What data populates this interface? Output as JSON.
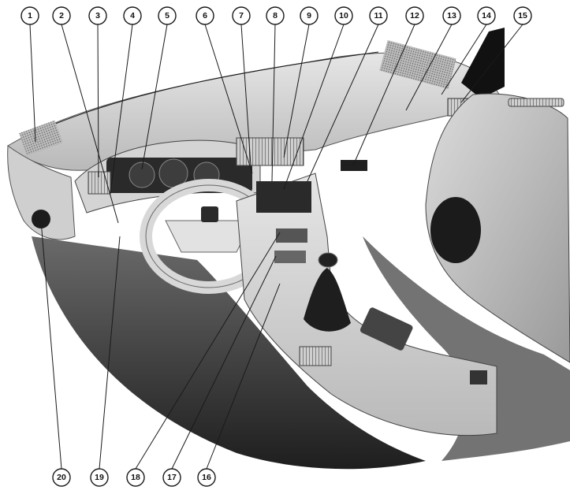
{
  "callouts": [
    "1",
    "2",
    "3",
    "4",
    "5",
    "6",
    "7",
    "8",
    "9",
    "10",
    "11",
    "12",
    "13",
    "14",
    "15",
    "16",
    "17",
    "18",
    "19",
    "20"
  ],
  "colors": {
    "line": "#1a1a1a",
    "shadow": "#3a3a3a",
    "dash_light": "#d9d9d9",
    "dash_mid": "#bdbdbd",
    "dash_dark": "#8a8a8a",
    "panel": "#2a2a2a"
  }
}
